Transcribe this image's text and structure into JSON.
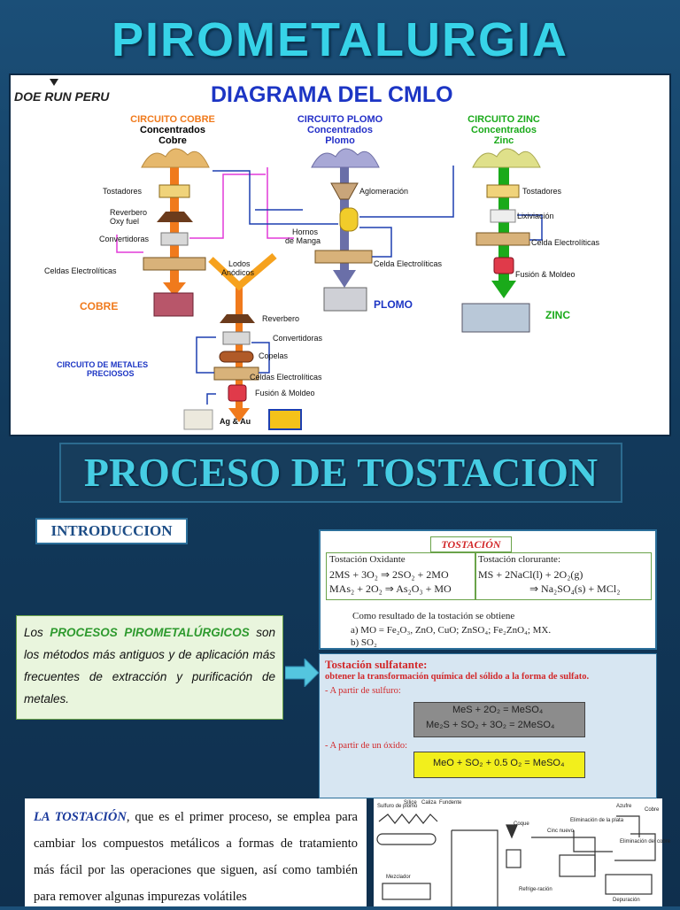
{
  "header": {
    "title": "PIROMETALURGIA"
  },
  "diagram": {
    "logo": "DOE RUN PERU",
    "title": "DIAGRAMA DEL CMLO",
    "circuits": [
      {
        "name": "CIRCUITO COBRE",
        "sub1": "Concentrados",
        "sub2": "Cobre"
      },
      {
        "name": "CIRCUITO PLOMO",
        "sub1": "Concentrados",
        "sub2": "Plomo"
      },
      {
        "name": "CIRCUITO ZINC",
        "sub1": "Concentrados",
        "sub2": "Zinc"
      }
    ],
    "labels": {
      "tostadores_cu": "Tostadores",
      "reverbero_oxy": "Reverbero",
      "oxy_fuel": "Oxy fuel",
      "convertidoras_cu": "Convertidoras",
      "celdas_cu": "Celdas  Electrolíticas",
      "cobre": "COBRE",
      "aglomeracion": "Aglomeración",
      "hornos": "Hornos",
      "de_manga": "de Manga",
      "celda_pb": "Celda Electrolíticas",
      "plomo": "PLOMO",
      "tostadores_zn": "Tostadores",
      "lixiviacion": "Lixiviación",
      "celda_zn": "Celda Electrolíticas",
      "fusion_zn": "Fusión & Moldeo",
      "zinc": "ZINC",
      "lodos": "Lodos",
      "anodicos": "Anódicos",
      "reverbero_mp": "Reverbero",
      "convertidoras_mp": "Convertidoras",
      "copelas": "Copelas",
      "celdas_mp": "Celdas  Electrolíticas",
      "fusion_mp": "Fusión & Moldeo",
      "metales_preciosos_1": "CIRCUITO DE METALES",
      "metales_preciosos_2": "PRECIOSOS",
      "ag_au": "Ag & Au"
    }
  },
  "section": {
    "title": "PROCESO DE TOSTACION"
  },
  "intro": {
    "label": "INTRODUCCION",
    "text_pre": "Los ",
    "highlight": "PROCESOS PIROMETALÚRGICOS",
    "text_post": " son los métodos más antiguos y de aplicación más frecuentes de extracción y purificación de metales."
  },
  "tostacion": {
    "title": "TOSTACIÓN",
    "oxidante_head": "Tostación Oxidante",
    "oxidante_eq1": "2MS + 3O₂ ⇒ 2SO₂ + 2MO",
    "oxidante_eq2": "MAs₂ + 2O₂ ⇒ As₂O₃ + MO",
    "clorurante_head": "Tostación clorurante:",
    "clorurante_eq1": "MS + 2NaCl(l) + 2O₂(g)",
    "clorurante_eq2": "⇒ Na₂SO₄(s) + MCl₂",
    "result_head": "Como resultado de la tostación se obtiene",
    "result_a": "a)   MO = Fe₂O₃, ZnO, CuO; ZnSO₄;  Fe₂ZnO₄; MX.",
    "result_b": "b)   SO₂"
  },
  "sulfatante": {
    "title": "Tostación sulfatante:",
    "goal": "obtener la transformación química del sólido a la forma de sulfato.",
    "from_sulfide": "- A partir de sulfuro:",
    "eq1": "MeS + 2O₂ = MeSO₄",
    "eq2": "Me₂S + SO₂ + 3O₂ = 2MeSO₄",
    "from_oxide": "- A partir de un óxido:",
    "eq3": "MeO + SO₂ + 0.5 O₂ = MeSO₄"
  },
  "tost_desc": {
    "highlight": "LA TOSTACIÓN",
    "text": ", que es el primer proceso, se emplea para cambiar los compuestos metálicos a formas de tratamiento más fácil por las operaciones que siguen, así como también para remover algunas impurezas volátiles"
  },
  "plant": {
    "labels": [
      "Sulfuro de plomo",
      "Sílice",
      "Caliza",
      "Fundente",
      "Coque",
      "Azufre",
      "Cobre",
      "Cinc nuevo",
      "Eliminación de la plata",
      "Eliminación del cobre",
      "Mezclador",
      "Refrige-ración",
      "Depuración"
    ]
  },
  "colors": {
    "title_cyan": "#37d3e8",
    "copper_arrow": "#f07a1c",
    "lead_arrow": "#6a6fa8",
    "zinc_arrow": "#1aaa1a",
    "magenta_line": "#e23ad8",
    "blue_line": "#1d3fb0"
  }
}
